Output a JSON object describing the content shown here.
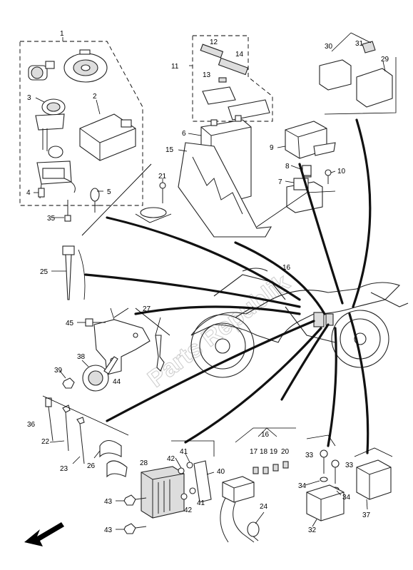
{
  "watermark": "Parts Republik",
  "callouts": [
    {
      "id": "c1",
      "text": "1"
    },
    {
      "id": "c2",
      "text": "2"
    },
    {
      "id": "c3",
      "text": "3"
    },
    {
      "id": "c4",
      "text": "4"
    },
    {
      "id": "c5",
      "text": "5"
    },
    {
      "id": "c6",
      "text": "6"
    },
    {
      "id": "c7",
      "text": "7"
    },
    {
      "id": "c8",
      "text": "8"
    },
    {
      "id": "c9",
      "text": "9"
    },
    {
      "id": "c10",
      "text": "10"
    },
    {
      "id": "c11",
      "text": "11"
    },
    {
      "id": "c12",
      "text": "12"
    },
    {
      "id": "c13",
      "text": "13"
    },
    {
      "id": "c14",
      "text": "14"
    },
    {
      "id": "c15",
      "text": "15"
    },
    {
      "id": "c16a",
      "text": "16"
    },
    {
      "id": "c16b",
      "text": "16"
    },
    {
      "id": "c17",
      "text": "17"
    },
    {
      "id": "c18",
      "text": "18"
    },
    {
      "id": "c19",
      "text": "19"
    },
    {
      "id": "c20",
      "text": "20"
    },
    {
      "id": "c21",
      "text": "21"
    },
    {
      "id": "c22",
      "text": "22"
    },
    {
      "id": "c23",
      "text": "23"
    },
    {
      "id": "c24",
      "text": "24"
    },
    {
      "id": "c25",
      "text": "25"
    },
    {
      "id": "c26",
      "text": "26"
    },
    {
      "id": "c27",
      "text": "27"
    },
    {
      "id": "c28",
      "text": "28"
    },
    {
      "id": "c29",
      "text": "29"
    },
    {
      "id": "c30",
      "text": "30"
    },
    {
      "id": "c31",
      "text": "31"
    },
    {
      "id": "c32",
      "text": "32"
    },
    {
      "id": "c33a",
      "text": "33"
    },
    {
      "id": "c33b",
      "text": "33"
    },
    {
      "id": "c34a",
      "text": "34"
    },
    {
      "id": "c34b",
      "text": "34"
    },
    {
      "id": "c35",
      "text": "35"
    },
    {
      "id": "c36",
      "text": "36"
    },
    {
      "id": "c37",
      "text": "37"
    },
    {
      "id": "c38",
      "text": "38"
    },
    {
      "id": "c39",
      "text": "39"
    },
    {
      "id": "c40",
      "text": "40"
    },
    {
      "id": "c41a",
      "text": "41"
    },
    {
      "id": "c41b",
      "text": "41"
    },
    {
      "id": "c42a",
      "text": "42"
    },
    {
      "id": "c42b",
      "text": "42"
    },
    {
      "id": "c43a",
      "text": "43"
    },
    {
      "id": "c43b",
      "text": "43"
    },
    {
      "id": "c44",
      "text": "44"
    },
    {
      "id": "c45",
      "text": "45"
    }
  ],
  "colors": {
    "line": "#222222",
    "watermark": "#cfcfcf",
    "background": "#ffffff"
  }
}
